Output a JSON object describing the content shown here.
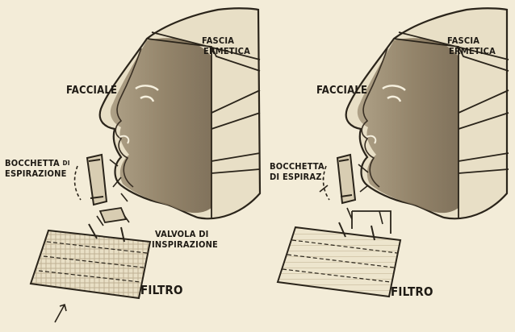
{
  "figure": {
    "background_color": "#f3ecd8",
    "ink_color": "#1e1a14",
    "shade_color": "#8f8068"
  },
  "left_panel": {
    "label_fascia": "FASCIA",
    "label_ermetica": "ERMETICA",
    "label_facciale": "FACCIALE",
    "label_bocchetta": "BOCCHETTA",
    "label_di": "DI",
    "label_espirazione": "ESPIRAZIONE",
    "label_valvola": "VALVOLA DI",
    "label_inspirazione": "INSPIRAZIONE",
    "label_filtro": "FILTRO"
  },
  "right_panel": {
    "label_fascia": "FASCIA",
    "label_ermetica": "ERMETICA",
    "label_facciale": "FACCIALE",
    "label_bocchetta": "BOCCHETTA",
    "label_di_espiraz": "DI ESPIRAZ.",
    "label_filtro": "FILTRO"
  }
}
